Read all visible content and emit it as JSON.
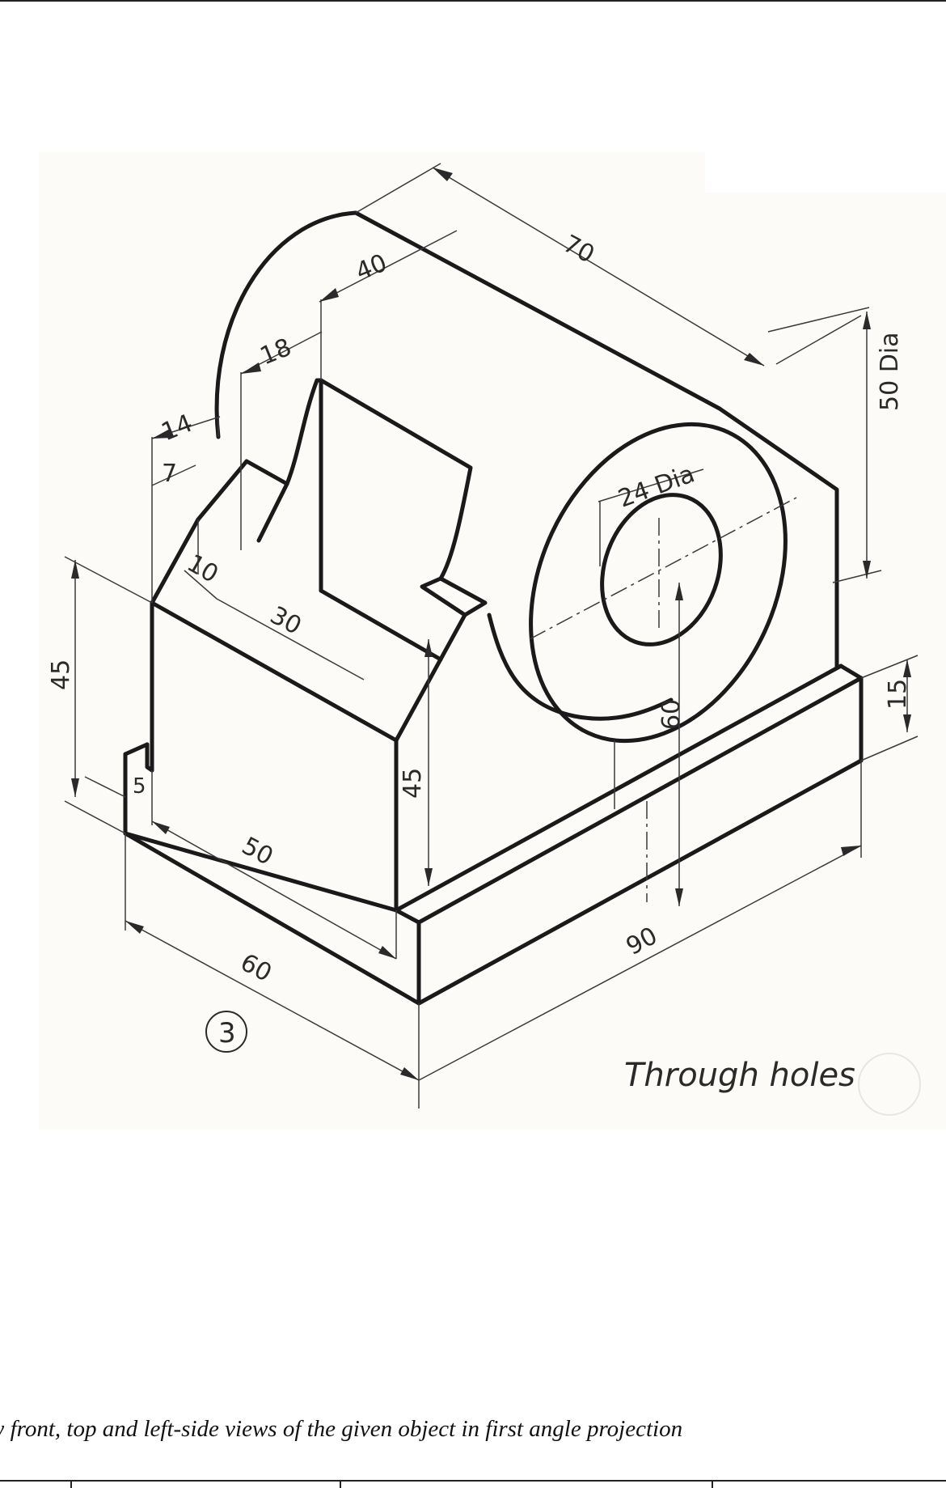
{
  "drawing": {
    "dimensions": {
      "d70": "70",
      "d40": "40",
      "d18": "18",
      "d14": "14",
      "d7": "7",
      "d10": "10",
      "d30": "30",
      "d45_left": "45",
      "d45_mid": "45",
      "d5": "5",
      "d50": "50",
      "d60_base": "60",
      "d90": "90",
      "d60_height": "60",
      "d15": "15",
      "d24_dia": "24 Dia",
      "d50_dia": "50 Dia"
    },
    "figure_number": "3",
    "note": "Through holes"
  },
  "instruction": "w front, top and left-side views of the given object in first angle projection"
}
